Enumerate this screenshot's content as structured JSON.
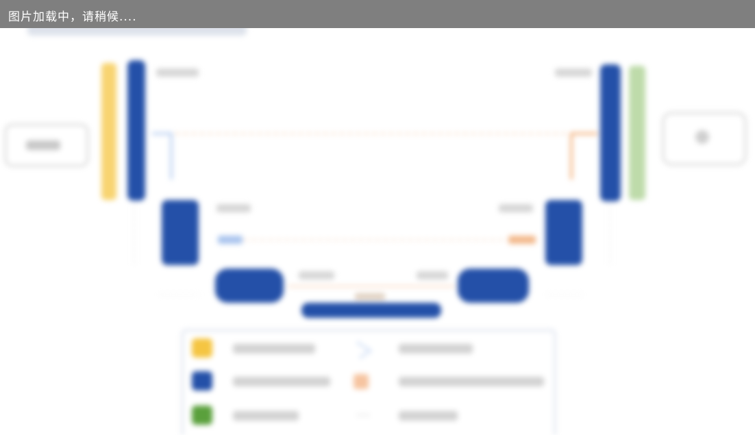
{
  "loading_message": "图片加载中，请稍候....",
  "colors": {
    "loading_bar": "#7f7f7f",
    "feature_blue": "#2450a8",
    "input_yellow": "#f5c542",
    "output_green": "#6aa84f",
    "skip_orange": "#f0a060",
    "conv_light_blue": "#a9c4ee"
  },
  "diagram": {
    "type": "u-net-architecture",
    "legend_rows": 3,
    "legend_icons": [
      "yellow-square-icon",
      "blue-square-icon",
      "green-square-icon",
      "dashed-arrow-icon",
      "orange-arrow-icon",
      "plain-line-icon"
    ]
  }
}
